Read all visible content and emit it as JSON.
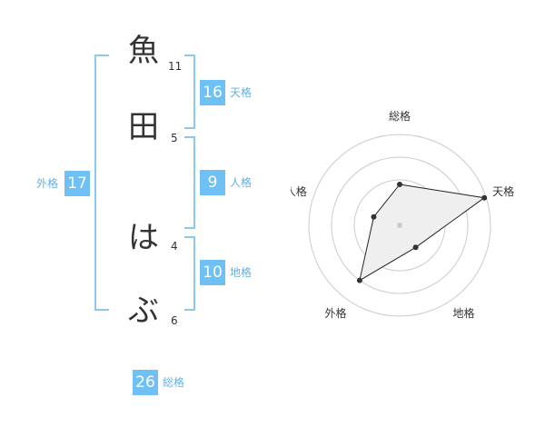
{
  "name_chars": [
    {
      "char": "魚",
      "strokes": "11"
    },
    {
      "char": "田",
      "strokes": "5"
    },
    {
      "char": "は",
      "strokes": "4"
    },
    {
      "char": "ぶ",
      "strokes": "6"
    }
  ],
  "fortunes": {
    "tenkaku": {
      "value": "16",
      "label": "天格"
    },
    "jinkaku": {
      "value": "9",
      "label": "人格"
    },
    "chikaku": {
      "value": "10",
      "label": "地格"
    },
    "gaikaku": {
      "value": "17",
      "label": "外格"
    },
    "soukaku": {
      "value": "26",
      "label": "総格"
    }
  },
  "chart_data": {
    "type": "radar",
    "axes": [
      "総格",
      "天格",
      "地格",
      "外格",
      "人格"
    ],
    "values": [
      0.45,
      0.98,
      0.3,
      0.75,
      0.3
    ],
    "rings": 4,
    "colors": {
      "fill": "#efefef",
      "line": "#222222",
      "ring": "#cccccc",
      "point": "#333333",
      "center": "#cccccc"
    }
  }
}
